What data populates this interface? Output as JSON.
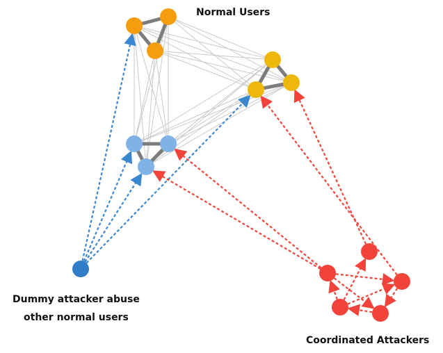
{
  "labels": {
    "normal_users": "Normal Users",
    "dummy_line1": "Dummy attacker abuse",
    "dummy_line2": "other normal users",
    "coordinated": "Coordinated Attackers"
  },
  "colors": {
    "orange": "#f59d0e",
    "yellow": "#edb70b",
    "light_blue": "#7fb2e5",
    "dummy_blue": "#2f7cc7",
    "red": "#f2433b",
    "strong_edge": "#7c7c7c",
    "weak_edge": "#c9c9c9",
    "blue_arrow": "#3a86cf",
    "red_arrow": "#f2433b"
  }
}
